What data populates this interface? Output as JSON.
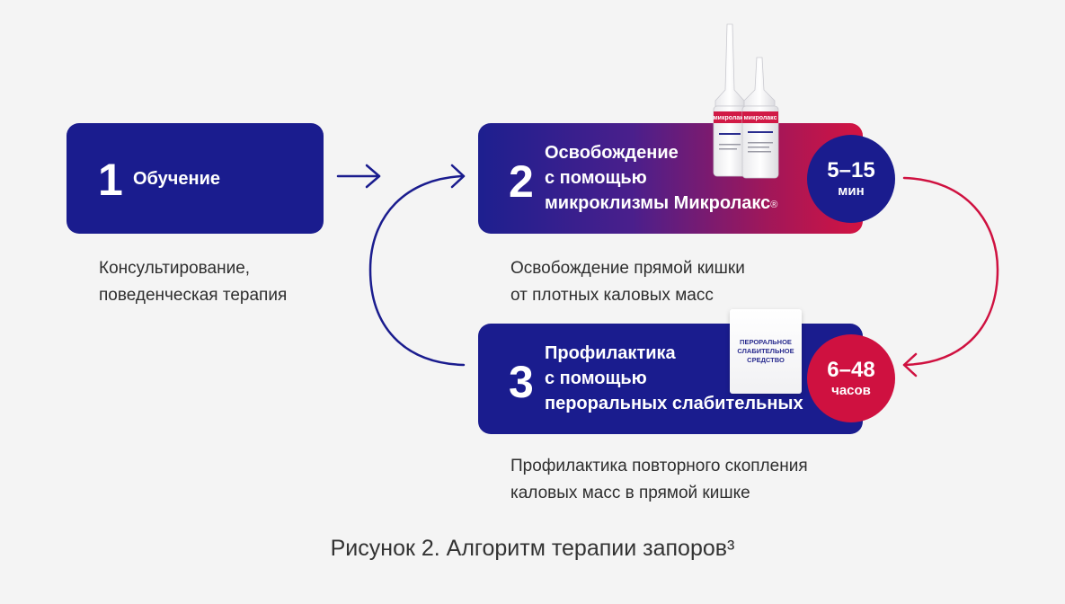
{
  "steps": [
    {
      "number": "1",
      "title": "Обучение",
      "description": "Консультирование,\nповеденческая терапия"
    },
    {
      "number": "2",
      "title_l1": "Освобождение",
      "title_l2": "с помощью",
      "title_l3": "микроклизмы Микролакс",
      "title_mark": "®",
      "description": "Освобождение прямой кишки\nот плотных каловых масс",
      "time_value": "5–15",
      "time_unit": "мин"
    },
    {
      "number": "3",
      "title": "Профилактика\nс помощью\nпероральных слабительных",
      "description": "Профилактика повторного скопления\nкаловых масс в прямой кишке",
      "time_value": "6–48",
      "time_unit": "часов",
      "product_box_text": "ПЕРОРАЛЬНОЕ\nСЛАБИТЕЛЬНОЕ\nСРЕДСТВО"
    }
  ],
  "product_tube_brand": "микролакс",
  "caption": "Рисунок 2. Алгоритм терапии запоров³",
  "colors": {
    "navy": "#1a1c8e",
    "crimson": "#cf1140",
    "background": "#f4f4f4"
  }
}
